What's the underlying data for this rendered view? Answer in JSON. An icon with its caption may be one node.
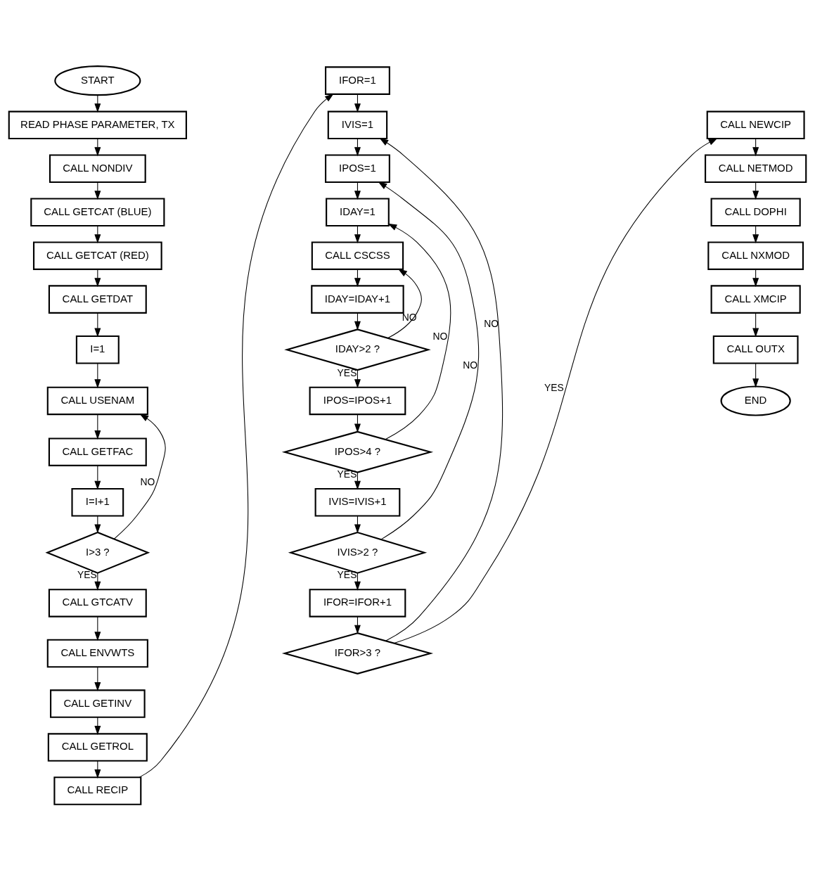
{
  "diagram": {
    "nodes": [
      {
        "text": [
          "START"
        ]
      },
      {
        "text": [
          "READ PHASE PARAMETER, TX"
        ]
      },
      {
        "text": [
          "CALL NONDIV"
        ]
      },
      {
        "text": [
          "CALL GETCAT (BLUE)"
        ]
      },
      {
        "text": [
          "CALL GETCAT (RED)"
        ]
      },
      {
        "text": [
          "CALL GETDAT"
        ]
      },
      {
        "text": [
          "I=1"
        ]
      },
      {
        "text": [
          "CALL USENAM"
        ]
      },
      {
        "text": [
          "CALL GETFAC"
        ]
      },
      {
        "text": [
          "I=I+1"
        ]
      },
      {
        "text": [
          "I>3 ?"
        ]
      },
      {
        "text": [
          "CALL GTCATV"
        ]
      },
      {
        "text": [
          "CALL ENVWTS"
        ]
      },
      {
        "text": [
          "CALL GETINV"
        ]
      },
      {
        "text": [
          "CALL GETROL"
        ]
      },
      {
        "text": [
          "CALL RECIP"
        ]
      },
      {
        "text": [
          "IFOR=1"
        ]
      },
      {
        "text": [
          "IVIS=1"
        ]
      },
      {
        "text": [
          "IPOS=1"
        ]
      },
      {
        "text": [
          "IDAY=1"
        ]
      },
      {
        "text": [
          "CALL CSCSS"
        ]
      },
      {
        "text": [
          "IDAY=IDAY+1"
        ]
      },
      {
        "text": [
          "IDAY>2 ?"
        ]
      },
      {
        "text": [
          "IPOS=IPOS+1"
        ]
      },
      {
        "text": [
          "IPOS>4 ?"
        ]
      },
      {
        "text": [
          "IVIS=IVIS+1"
        ]
      },
      {
        "text": [
          "IVIS>2 ?"
        ]
      },
      {
        "text": [
          "IFOR=IFOR+1"
        ]
      },
      {
        "text": [
          "IFOR>3 ?"
        ]
      },
      {
        "text": [
          "CALL NEWCIP"
        ]
      },
      {
        "text": [
          "CALL NETMOD"
        ]
      },
      {
        "text": [
          "CALL DOPHI"
        ]
      },
      {
        "text": [
          "CALL NXMOD"
        ]
      },
      {
        "text": [
          "CALL XMCIP"
        ]
      },
      {
        "text": [
          "CALL OUTX"
        ]
      },
      {
        "text": [
          "END"
        ]
      }
    ],
    "edges": [
      {
        "from": 0,
        "to": 1,
        "arrow": "to"
      },
      {
        "from": 1,
        "to": 2,
        "arrow": "to"
      },
      {
        "from": 2,
        "to": 3,
        "arrow": "to"
      },
      {
        "from": 3,
        "to": 4,
        "arrow": "to"
      },
      {
        "from": 4,
        "to": 5,
        "arrow": "to"
      },
      {
        "from": 5,
        "to": 6,
        "arrow": "to"
      },
      {
        "from": 6,
        "to": 7,
        "arrow": "to"
      },
      {
        "from": 7,
        "to": 8,
        "arrow": "to"
      },
      {
        "from": 8,
        "to": 9,
        "arrow": "to"
      },
      {
        "from": 9,
        "to": 10,
        "arrow": "to"
      },
      {
        "from": 10,
        "to": 7,
        "label": "NO",
        "arrow": "to"
      },
      {
        "from": 10,
        "to": 11,
        "label": "YES",
        "arrow": "to"
      },
      {
        "from": 11,
        "to": 12,
        "arrow": "to"
      },
      {
        "from": 12,
        "to": 13,
        "arrow": "to"
      },
      {
        "from": 13,
        "to": 14,
        "arrow": "to"
      },
      {
        "from": 14,
        "to": 15,
        "arrow": "to"
      },
      {
        "from": 15,
        "to": 16,
        "arrow": "to"
      },
      {
        "from": 16,
        "to": 17,
        "arrow": "to"
      },
      {
        "from": 17,
        "to": 18,
        "arrow": "to"
      },
      {
        "from": 18,
        "to": 19,
        "arrow": "to"
      },
      {
        "from": 19,
        "to": 20,
        "arrow": "to"
      },
      {
        "from": 20,
        "to": 21,
        "arrow": "to"
      },
      {
        "from": 21,
        "to": 22,
        "arrow": "to"
      },
      {
        "from": 22,
        "to": 20,
        "label": "NO",
        "arrow": "to"
      },
      {
        "from": 22,
        "to": 23,
        "label": "YES",
        "arrow": "to"
      },
      {
        "from": 23,
        "to": 24,
        "arrow": "to"
      },
      {
        "from": 24,
        "to": 19,
        "label": "NO",
        "arrow": "to"
      },
      {
        "from": 24,
        "to": 25,
        "label": "YES",
        "arrow": "to"
      },
      {
        "from": 25,
        "to": 26,
        "arrow": "to"
      },
      {
        "from": 26,
        "to": 18,
        "label": "NO",
        "arrow": "to"
      },
      {
        "from": 26,
        "to": 27,
        "label": "YES",
        "arrow": "to"
      },
      {
        "from": 27,
        "to": 28,
        "arrow": "to"
      },
      {
        "from": 28,
        "to": 17,
        "label": "NO",
        "arrow": "to"
      },
      {
        "from": 28,
        "to": 29,
        "label": "YES",
        "arrow": "to"
      },
      {
        "from": 29,
        "to": 30,
        "arrow": "to"
      },
      {
        "from": 30,
        "to": 31,
        "arrow": "to"
      },
      {
        "from": 31,
        "to": 32,
        "arrow": "to"
      },
      {
        "from": 32,
        "to": 33,
        "arrow": "to"
      },
      {
        "from": 33,
        "to": 34,
        "arrow": "to"
      },
      {
        "from": 34,
        "to": 35,
        "arrow": "to"
      }
    ]
  }
}
